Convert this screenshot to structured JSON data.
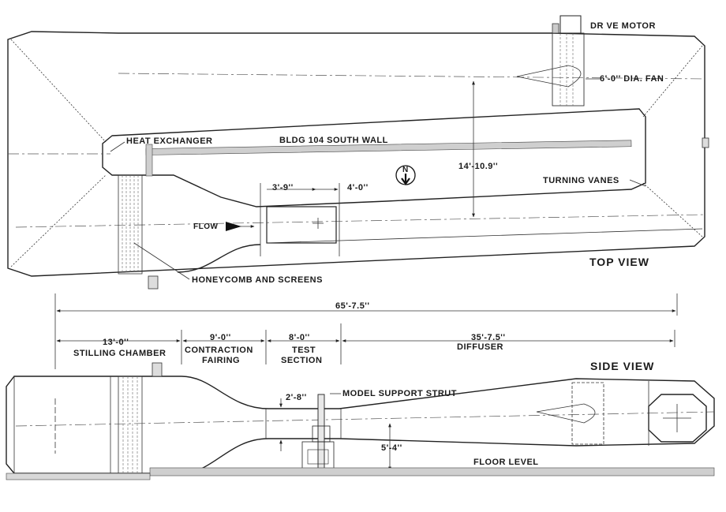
{
  "top_view": {
    "title": "TOP VIEW",
    "labels": {
      "drive_motor": "DR VE MOTOR",
      "fan": "6'-0'' DIA. FAN",
      "heat_exchanger": "HEAT EXCHANGER",
      "south_wall": "BLDG 104 SOUTH WALL",
      "turning_vanes": "TURNING VANES",
      "flow": "FLOW",
      "north": "N",
      "honeycomb": "HONEYCOMB AND SCREENS"
    },
    "dimensions": {
      "contraction_width": "3'-9''",
      "test_section_width": "4'-0''",
      "return_width": "14'-10.9''"
    }
  },
  "overall": {
    "total_length": "65'-7.5''",
    "segments": [
      {
        "length": "13'-0''",
        "name_line1": "STILLING CHAMBER",
        "name_line2": ""
      },
      {
        "length": "9'-0''",
        "name_line1": "CONTRACTION",
        "name_line2": "FAIRING"
      },
      {
        "length": "8'-0''",
        "name_line1": "TEST",
        "name_line2": "SECTION"
      },
      {
        "length": "35'-7.5''",
        "name_line1": "DIFFUSER",
        "name_line2": ""
      }
    ]
  },
  "side_view": {
    "title": "SIDE VIEW",
    "labels": {
      "model_support": "MODEL SUPPORT STRUT",
      "floor": "FLOOR LEVEL"
    },
    "dimensions": {
      "test_height": "2'-8''",
      "centerline_height": "5'-4''"
    }
  }
}
